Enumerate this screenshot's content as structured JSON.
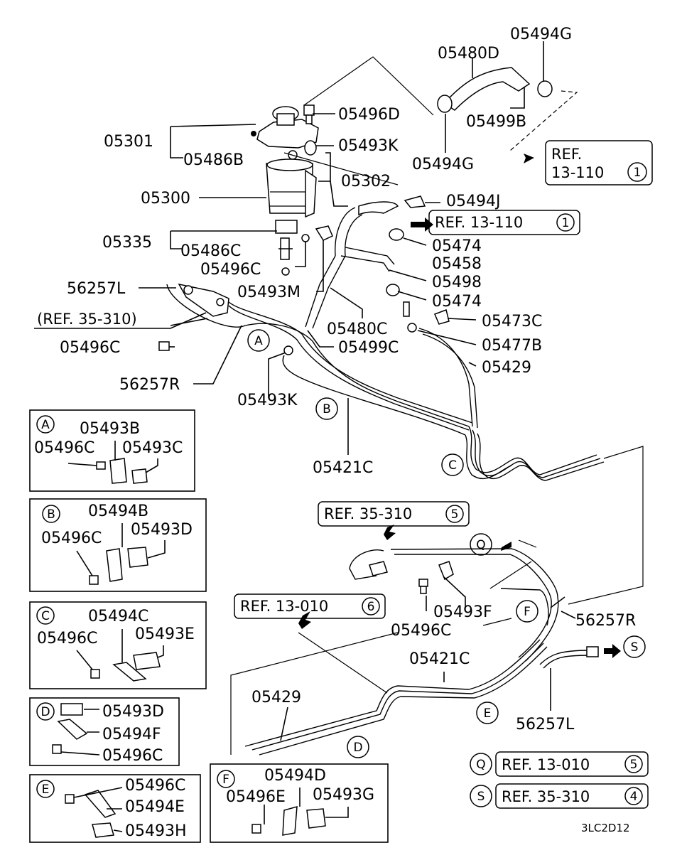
{
  "labels": {
    "p05494G_a": "05494G",
    "p05480D": "05480D",
    "p05496D": "05496D",
    "p05499B": "05499B",
    "p05301": "05301",
    "p05493K_a": "05493K",
    "p05486B": "05486B",
    "p05494G_b": "05494G",
    "p05302": "05302",
    "p05300": "05300",
    "p05494J": "05494J",
    "p05335": "05335",
    "p05474_a": "05474",
    "p05486C": "05486C",
    "p05458": "05458",
    "p05496C_a": "05496C",
    "p05498": "05498",
    "p56257L_a": "56257L",
    "p05493M": "05493M",
    "p05474_b": "05474",
    "p05473C": "05473C",
    "p05480C": "05480C",
    "p05496C_b": "05496C",
    "p05499C": "05499C",
    "p05477B": "05477B",
    "p05429_a": "05429",
    "p56257R_a": "56257R",
    "p05493K_b": "05493K",
    "p05421C_a": "05421C",
    "p05493F": "05493F",
    "p56257R_b": "56257R",
    "p05496C_c": "05496C",
    "p05421C_b": "05421C",
    "p05429_b": "05429",
    "p56257L_b": "56257L"
  },
  "refs": {
    "r13110_1a": "REF. 13-110",
    "r13110_1b": "REF. 13-110",
    "r35310_a": "(REF. 35-310)",
    "r35310_5": "REF. 35-310",
    "r13010_6": "REF. 13-010",
    "r13010_5": "REF. 13-010",
    "r35310_4": "REF. 35-310"
  },
  "ref_nums": {
    "one": "1",
    "five": "5",
    "six": "6",
    "four": "4"
  },
  "callouts": {
    "A": "A",
    "B": "B",
    "C": "C",
    "D": "D",
    "E": "E",
    "F": "F",
    "Q": "Q",
    "S": "S"
  },
  "detail_A": {
    "p1": "05493B",
    "p2": "05496C",
    "p3": "05493C"
  },
  "detail_B": {
    "p1": "05494B",
    "p2": "05496C",
    "p3": "05493D"
  },
  "detail_C": {
    "p1": "05494C",
    "p2": "05496C",
    "p3": "05493E"
  },
  "detail_D": {
    "p1": "05493D",
    "p2": "05494F",
    "p3": "05496C"
  },
  "detail_E": {
    "p1": "05496C",
    "p2": "05494E",
    "p3": "05493H"
  },
  "detail_F": {
    "p1": "05494D",
    "p2": "05496E",
    "p3": "05493G"
  },
  "drawing_code": "3LC2D12"
}
